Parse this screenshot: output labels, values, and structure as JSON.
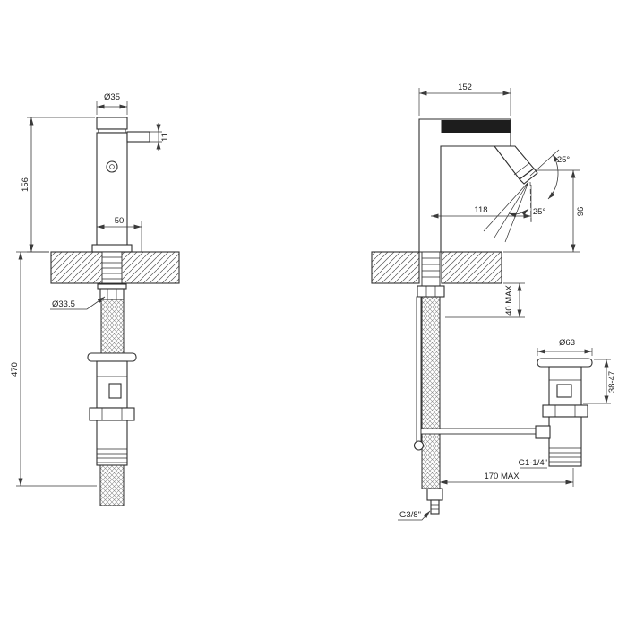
{
  "front": {
    "d35": "Ø35",
    "d11": "11",
    "d156": "156",
    "d50": "50",
    "d335": "Ø33.5",
    "d470": "470"
  },
  "side": {
    "d152": "152",
    "a25_upper": "25°",
    "a25_lower": "25°",
    "d118": "118",
    "d96": "96",
    "d40max": "40 MAX",
    "d63": "Ø63",
    "d3847": "38-47",
    "g114": "G1-1/4\"",
    "d170max": "170 MAX",
    "g38": "G3/8\""
  },
  "colors": {
    "line": "#2e2e2e",
    "handle_fill": "#1d1d1d",
    "background": "#ffffff"
  }
}
